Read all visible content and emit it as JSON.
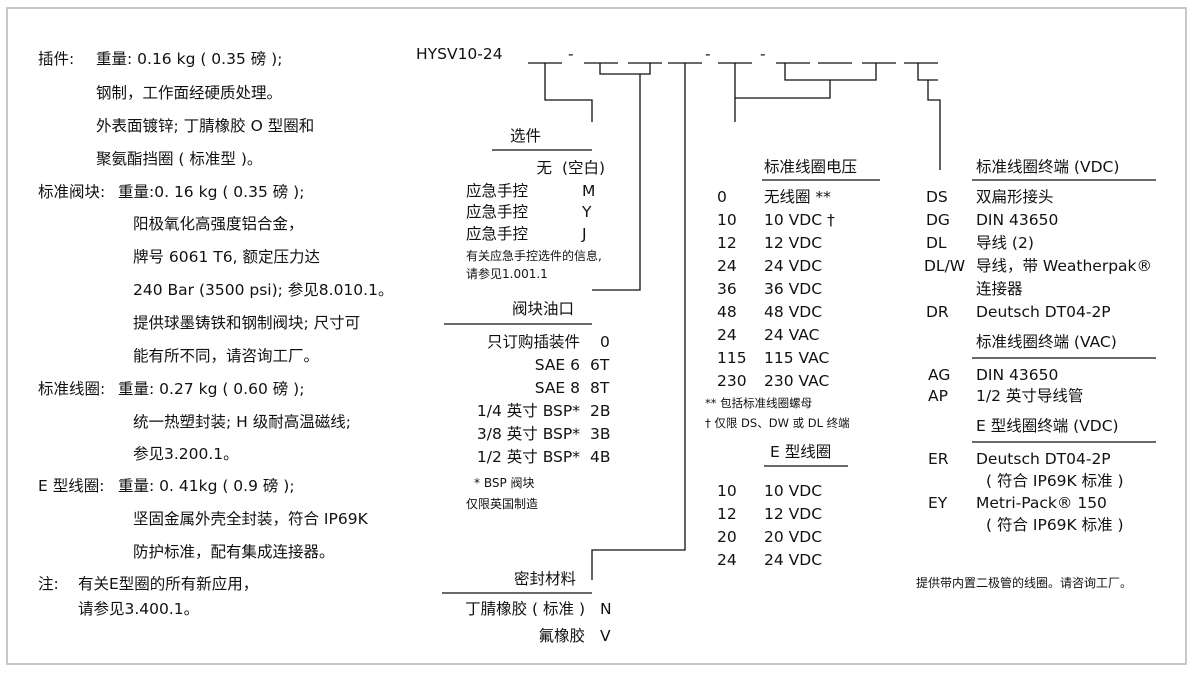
{
  "model": "HYSV10-24",
  "dashes": [
    "-",
    "-",
    "-"
  ],
  "left_notes": {
    "cartridge": {
      "label": "插件:",
      "lines": [
        "重量: 0.16 kg ( 0.35 磅 );",
        "钢制，工作面经硬质处理。",
        "外表面镀锌; 丁腈橡胶 O 型圈和",
        "聚氨酯挡圈 ( 标准型 )。"
      ]
    },
    "body": {
      "label": "标准阀块:",
      "lines": [
        "重量:0. 16 kg ( 0.35 磅 );",
        "阳极氧化高强度铝合金，",
        "牌号 6061 T6, 额定压力达",
        "240 Bar (3500 psi); 参见8.010.1。",
        "提供球墨铸铁和钢制阀块; 尺寸可",
        "能有所不同，请咨询工厂。"
      ]
    },
    "coil": {
      "label": "标准线圈:",
      "lines": [
        "重量: 0.27 kg ( 0.60 磅 );",
        "统一热塑封装; H 级耐高温磁线;",
        "参见3.200.1。"
      ]
    },
    "ecoil": {
      "label": "E 型线圈:",
      "lines": [
        "重量: 0. 41kg ( 0.9 磅 );",
        "坚固金属外壳全封装，符合 IP69K",
        "防护标准，配有集成连接器。"
      ]
    },
    "note": {
      "label": "注:",
      "lines": [
        "有关E型圈的所有新应用，",
        "请参见3.400.1。"
      ]
    }
  },
  "options": {
    "title": "选件",
    "rows": [
      {
        "name": "无",
        "code": "(空白)"
      },
      {
        "name": "应急手控",
        "code": "M"
      },
      {
        "name": "应急手控",
        "code": "Y"
      },
      {
        "name": "应急手控",
        "code": "J"
      }
    ],
    "note": [
      "有关应急手控选件的信息,",
      "请参见1.001.1"
    ]
  },
  "ports": {
    "title": "阀块油口",
    "rows": [
      {
        "name": "只订购插装件",
        "code": "0"
      },
      {
        "name": "SAE 6",
        "code": "6T"
      },
      {
        "name": "SAE 8",
        "code": "8T"
      },
      {
        "name": "1/4 英寸 BSP*",
        "code": "2B"
      },
      {
        "name": "3/8 英寸 BSP*",
        "code": "3B"
      },
      {
        "name": "1/2 英寸 BSP*",
        "code": "4B"
      }
    ],
    "note": [
      "* BSP 阀块",
      "仅限英国制造"
    ]
  },
  "seals": {
    "title": "密封材料",
    "rows": [
      {
        "name": "丁腈橡胶 ( 标准 )",
        "code": "N"
      },
      {
        "name": "氟橡胶",
        "code": "V"
      }
    ]
  },
  "voltage": {
    "title": "标准线圈电压",
    "rows": [
      {
        "code": "0",
        "name": "无线圈 **"
      },
      {
        "code": "10",
        "name": "10 VDC †"
      },
      {
        "code": "12",
        "name": "12 VDC"
      },
      {
        "code": "24",
        "name": "24 VDC"
      },
      {
        "code": "36",
        "name": "36 VDC"
      },
      {
        "code": "48",
        "name": "48 VDC"
      },
      {
        "code": "24",
        "name": "24 VAC"
      },
      {
        "code": "115",
        "name": "115 VAC"
      },
      {
        "code": "230",
        "name": "230 VAC"
      }
    ],
    "notes": [
      "** 包括标准线圈螺母",
      "† 仅限 DS、DW 或 DL 终端"
    ]
  },
  "ecoil_voltage": {
    "title": "E 型线圈",
    "rows": [
      {
        "code": "10",
        "name": "10 VDC"
      },
      {
        "code": "12",
        "name": "12 VDC"
      },
      {
        "code": "20",
        "name": "20 VDC"
      },
      {
        "code": "24",
        "name": "24 VDC"
      }
    ]
  },
  "terminations_dc": {
    "title": "标准线圈终端 (VDC)",
    "rows": [
      {
        "code": "DS",
        "name": "双扁形接头"
      },
      {
        "code": "DG",
        "name": "DIN 43650"
      },
      {
        "code": "DL",
        "name": "导线 (2)"
      },
      {
        "code": "DL/W",
        "name": "导线，带 Weatherpak®"
      },
      {
        "code": "",
        "name": "连接器"
      },
      {
        "code": "DR",
        "name": "Deutsch DT04-2P"
      }
    ]
  },
  "terminations_ac": {
    "title": "标准线圈终端 (VAC)",
    "rows": [
      {
        "code": "AG",
        "name": "DIN 43650"
      },
      {
        "code": "AP",
        "name": "1/2 英寸导线管"
      }
    ]
  },
  "terminations_e": {
    "title": "E 型线圈终端 (VDC)",
    "rows": [
      {
        "code": "ER",
        "name": "Deutsch DT04-2P"
      },
      {
        "code": "",
        "name": "( 符合 IP69K 标准 )"
      },
      {
        "code": "EY",
        "name": "Metri-Pack® 150"
      },
      {
        "code": "",
        "name": "( 符合 IP69K 标准 )"
      }
    ]
  },
  "footer_note": "提供带内置二极管的线圈。请咨询工厂。"
}
